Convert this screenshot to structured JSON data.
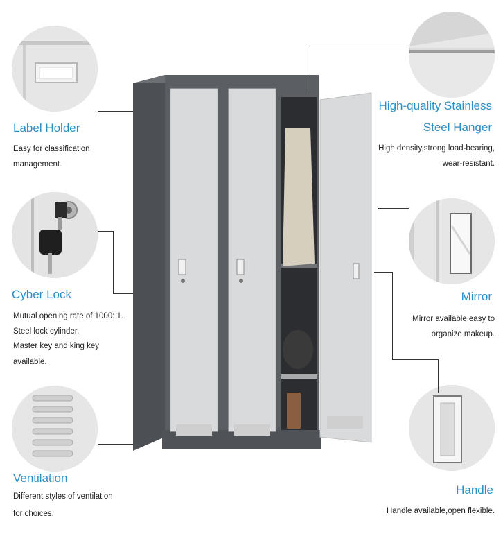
{
  "features": {
    "label_holder": {
      "title": "Label Holder",
      "desc": [
        "Easy for classification",
        "management."
      ]
    },
    "cyber_lock": {
      "title": "Cyber Lock",
      "desc": [
        "Mutual opening rate of 1000: 1.",
        "Steel lock cylinder.",
        "Master key and king key",
        "available."
      ]
    },
    "ventilation": {
      "title": "Ventilation",
      "desc": [
        "Different styles of ventilation",
        "for choices."
      ]
    },
    "hanger": {
      "title_line1": "High-quality Stainless",
      "title_line2": "Steel Hanger",
      "desc": [
        "High density,strong load-bearing,",
        "wear-resistant."
      ]
    },
    "mirror": {
      "title": "Mirror",
      "desc": [
        "Mirror available,easy to",
        "organize makeup."
      ]
    },
    "handle": {
      "title": "Handle",
      "desc": [
        "Handle available,open flexible."
      ]
    }
  },
  "colors": {
    "accent": "#2b8fc6",
    "cabinet_body": "#5b5f63",
    "door": "#d9dadb"
  },
  "icons": [
    "label-holder-closeup",
    "lock-key-closeup",
    "vent-closeup",
    "hanger-rod-closeup",
    "mirror-closeup",
    "handle-closeup"
  ]
}
